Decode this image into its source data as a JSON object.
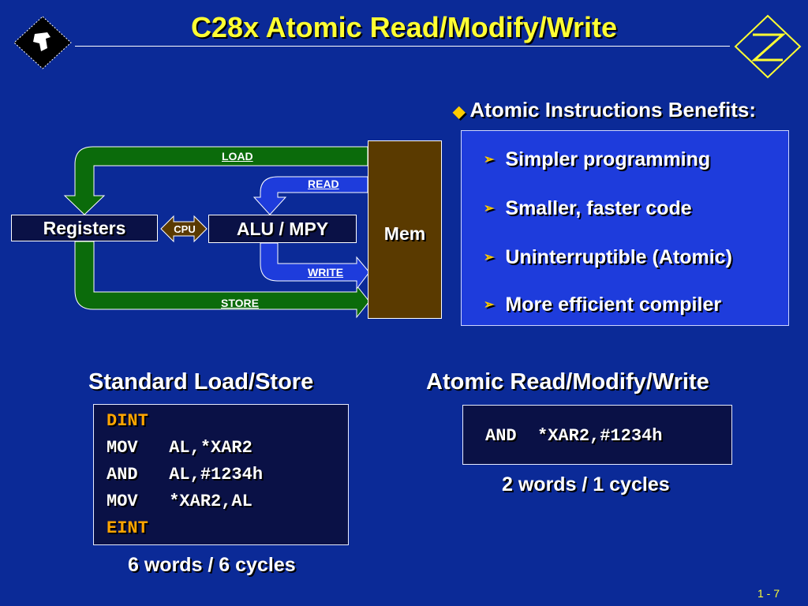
{
  "slide": {
    "title": "C28x Atomic Read/Modify/Write",
    "page_number": "1 - 7"
  },
  "diagram": {
    "registers_label": "Registers",
    "cpu_label": "CPU",
    "alu_label": "ALU / MPY",
    "mem_label": "Mem",
    "load_label": "LOAD",
    "read_label": "READ",
    "write_label": "WRITE",
    "store_label": "STORE"
  },
  "benefits": {
    "heading": "Atomic Instructions Benefits:",
    "items": [
      "Simpler programming",
      "Smaller, faster code",
      "Uninterruptible (Atomic)",
      "More efficient compiler"
    ]
  },
  "standard": {
    "title": "Standard Load/Store",
    "lines": [
      "DINT",
      "MOV   AL,*XAR2",
      "AND   AL,#1234h",
      "MOV   *XAR2,AL",
      "EINT"
    ],
    "summary": "6 words / 6 cycles"
  },
  "atomic": {
    "title": "Atomic Read/Modify/Write",
    "line": "AND  *XAR2,#1234h",
    "summary": "2 words / 1 cycles"
  },
  "colors": {
    "background": "#0b2a97",
    "title": "#ffff33",
    "accent": "#ffcc00",
    "control_keyword": "#ffa500",
    "green_path": "#0b6b0b",
    "blue_path": "#1e3cdc",
    "memory": "#5a3a00"
  }
}
